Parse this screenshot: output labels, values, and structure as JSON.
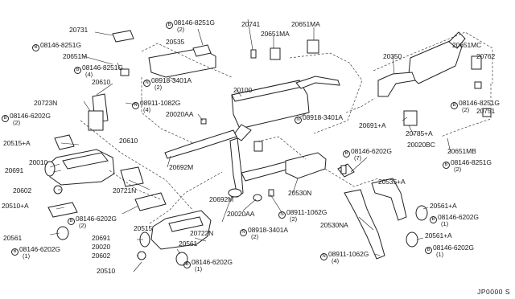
{
  "diagram_code": "JP0000 S",
  "callouts": [
    {
      "id": "c01",
      "prefix": "",
      "text": "20731"
    },
    {
      "id": "c02",
      "prefix": "B",
      "text": "08146-8251G"
    },
    {
      "id": "c03",
      "prefix": "",
      "text": "20651M"
    },
    {
      "id": "c04",
      "prefix": "B",
      "text": "08146-8251G",
      "qty": "(4)"
    },
    {
      "id": "c05",
      "prefix": "B",
      "text": "08146-8251G",
      "qty": "(2)"
    },
    {
      "id": "c06",
      "prefix": "",
      "text": "20741"
    },
    {
      "id": "c07",
      "prefix": "",
      "text": "20651MA"
    },
    {
      "id": "c08",
      "prefix": "",
      "text": "20651MA"
    },
    {
      "id": "c09",
      "prefix": "",
      "text": "20535"
    },
    {
      "id": "c10",
      "prefix": "N",
      "text": "08918-3401A",
      "qty": "(2)"
    },
    {
      "id": "c11",
      "prefix": "",
      "text": "20100"
    },
    {
      "id": "c12",
      "prefix": "",
      "text": "20610"
    },
    {
      "id": "c13",
      "prefix": "",
      "text": "20723N"
    },
    {
      "id": "c14",
      "prefix": "N",
      "text": "08911-1082G",
      "qty": "(4)"
    },
    {
      "id": "c15",
      "prefix": "",
      "text": "20020AA"
    },
    {
      "id": "c16",
      "prefix": "B",
      "text": "08146-6202G",
      "qty": "(2)"
    },
    {
      "id": "c17",
      "prefix": "",
      "text": "20610"
    },
    {
      "id": "c18",
      "prefix": "",
      "text": "20515+A"
    },
    {
      "id": "c19",
      "prefix": "",
      "text": "20010"
    },
    {
      "id": "c20",
      "prefix": "",
      "text": "20691"
    },
    {
      "id": "c21",
      "prefix": "",
      "text": "20692M"
    },
    {
      "id": "c22",
      "prefix": "",
      "text": "20721N"
    },
    {
      "id": "c23",
      "prefix": "",
      "text": "20602"
    },
    {
      "id": "c24",
      "prefix": "",
      "text": "20510+A"
    },
    {
      "id": "c25",
      "prefix": "B",
      "text": "08146-6202G",
      "qty": "(2)"
    },
    {
      "id": "c26",
      "prefix": "",
      "text": "20515"
    },
    {
      "id": "c27",
      "prefix": "",
      "text": "20722N"
    },
    {
      "id": "c28",
      "prefix": "",
      "text": "20561"
    },
    {
      "id": "c29",
      "prefix": "B",
      "text": "08146-6202G",
      "qty": "(1)"
    },
    {
      "id": "c30",
      "prefix": "",
      "text": "20691"
    },
    {
      "id": "c31",
      "prefix": "",
      "text": "20020"
    },
    {
      "id": "c32",
      "prefix": "",
      "text": "20602"
    },
    {
      "id": "c33",
      "prefix": "",
      "text": "20561"
    },
    {
      "id": "c34",
      "prefix": "B",
      "text": "08146-6202G",
      "qty": "(1)"
    },
    {
      "id": "c35",
      "prefix": "",
      "text": "20510"
    },
    {
      "id": "c36",
      "prefix": "",
      "text": "20692M"
    },
    {
      "id": "c37",
      "prefix": "",
      "text": "20020AA"
    },
    {
      "id": "c38",
      "prefix": "N",
      "text": "08918-3401A",
      "qty": "(2)"
    },
    {
      "id": "c39",
      "prefix": "N",
      "text": "08911-1062G",
      "qty": "(2)"
    },
    {
      "id": "c40",
      "prefix": "",
      "text": "20530N"
    },
    {
      "id": "c41",
      "prefix": "N",
      "text": "08918-3401A"
    },
    {
      "id": "c42",
      "prefix": "",
      "text": "20691+A"
    },
    {
      "id": "c43",
      "prefix": "",
      "text": "20350"
    },
    {
      "id": "c44",
      "prefix": "",
      "text": "20651MC"
    },
    {
      "id": "c45",
      "prefix": "",
      "text": "20762"
    },
    {
      "id": "c46",
      "prefix": "B",
      "text": "08146-8251G",
      "qty": "(2)"
    },
    {
      "id": "c47",
      "prefix": "",
      "text": "20751"
    },
    {
      "id": "c48",
      "prefix": "",
      "text": "20785+A"
    },
    {
      "id": "c49",
      "prefix": "",
      "text": "20020BC"
    },
    {
      "id": "c50",
      "prefix": "",
      "text": "20651MB"
    },
    {
      "id": "c51",
      "prefix": "B",
      "text": "08146-8251G",
      "qty": "(2)"
    },
    {
      "id": "c52",
      "prefix": "B",
      "text": "08146-6202G",
      "qty": "(7)"
    },
    {
      "id": "c53",
      "prefix": "",
      "text": "20535+A"
    },
    {
      "id": "c54",
      "prefix": "",
      "text": "20561+A"
    },
    {
      "id": "c55",
      "prefix": "B",
      "text": "08146-6202G",
      "qty": "(1)"
    },
    {
      "id": "c56",
      "prefix": "",
      "text": "20530NA"
    },
    {
      "id": "c57",
      "prefix": "",
      "text": "20561+A"
    },
    {
      "id": "c58",
      "prefix": "N",
      "text": "08911-1062G",
      "qty": "(4)"
    },
    {
      "id": "c59",
      "prefix": "B",
      "text": "08146-6202G",
      "qty": "(1)"
    }
  ]
}
